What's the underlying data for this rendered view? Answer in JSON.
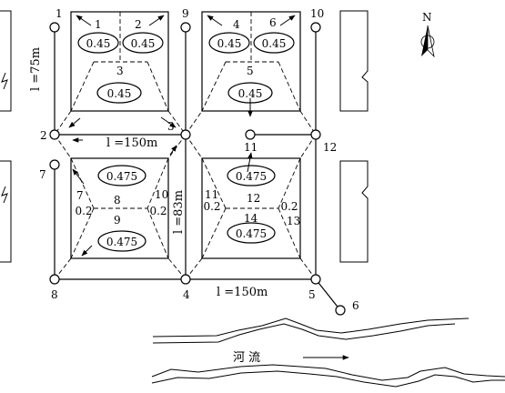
{
  "title": "",
  "compass": "N",
  "length_labels": {
    "top_block_height": "l =75m",
    "pipe_2_3": "l =150m",
    "pipe_3_4": "l =83m",
    "pipe_4_5": "l =150m"
  },
  "nodes": [
    "1",
    "2",
    "3",
    "4",
    "5",
    "6",
    "7",
    "8",
    "9",
    "10",
    "11",
    "12"
  ],
  "subareas": [
    {
      "id": "1",
      "coefficient": "0.45"
    },
    {
      "id": "2",
      "coefficient": "0.45"
    },
    {
      "id": "3",
      "coefficient": "0.45"
    },
    {
      "id": "4",
      "coefficient": "0.45"
    },
    {
      "id": "5",
      "coefficient": "0.45"
    },
    {
      "id": "6",
      "coefficient": "0.45"
    },
    {
      "id": "7",
      "coefficient": "0.2"
    },
    {
      "id": "8",
      "coefficient": "0.475"
    },
    {
      "id": "9",
      "coefficient": "0.475"
    },
    {
      "id": "10",
      "coefficient": "0.2"
    },
    {
      "id": "11",
      "coefficient": "0.2"
    },
    {
      "id": "12",
      "coefficient": "0.475"
    },
    {
      "id": "13",
      "coefficient": "0.2"
    },
    {
      "id": "14",
      "coefficient": "0.475"
    }
  ],
  "river_label": "河 流"
}
